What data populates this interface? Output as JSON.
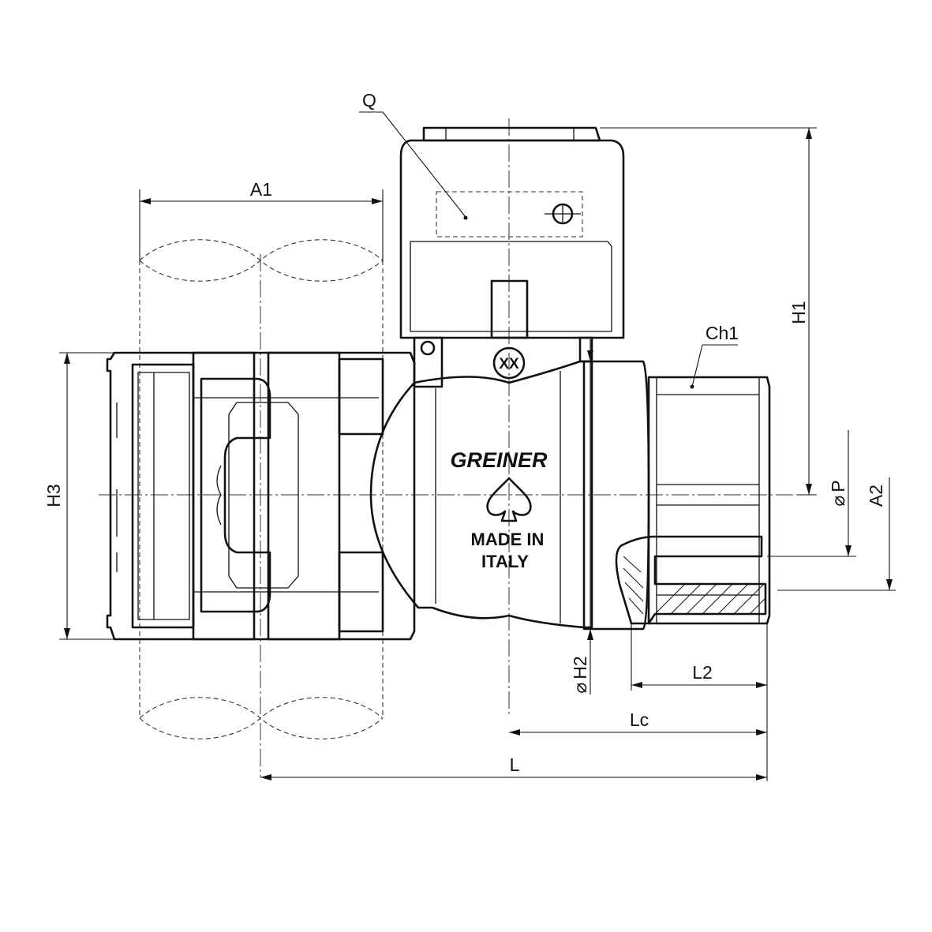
{
  "brand": {
    "name": "GREINER",
    "origin_line1": "MADE IN",
    "origin_line2": "ITALY",
    "size_mark": "XX"
  },
  "dimensions": {
    "A1": "A1",
    "A2": "A2",
    "H1": "H1",
    "H2": "H2",
    "H3": "H3",
    "P": "P",
    "L": "L",
    "Lc": "Lc",
    "L2": "L2",
    "Q": "Q",
    "Ch1": "Ch1",
    "diameter_symbol": "⌀"
  }
}
